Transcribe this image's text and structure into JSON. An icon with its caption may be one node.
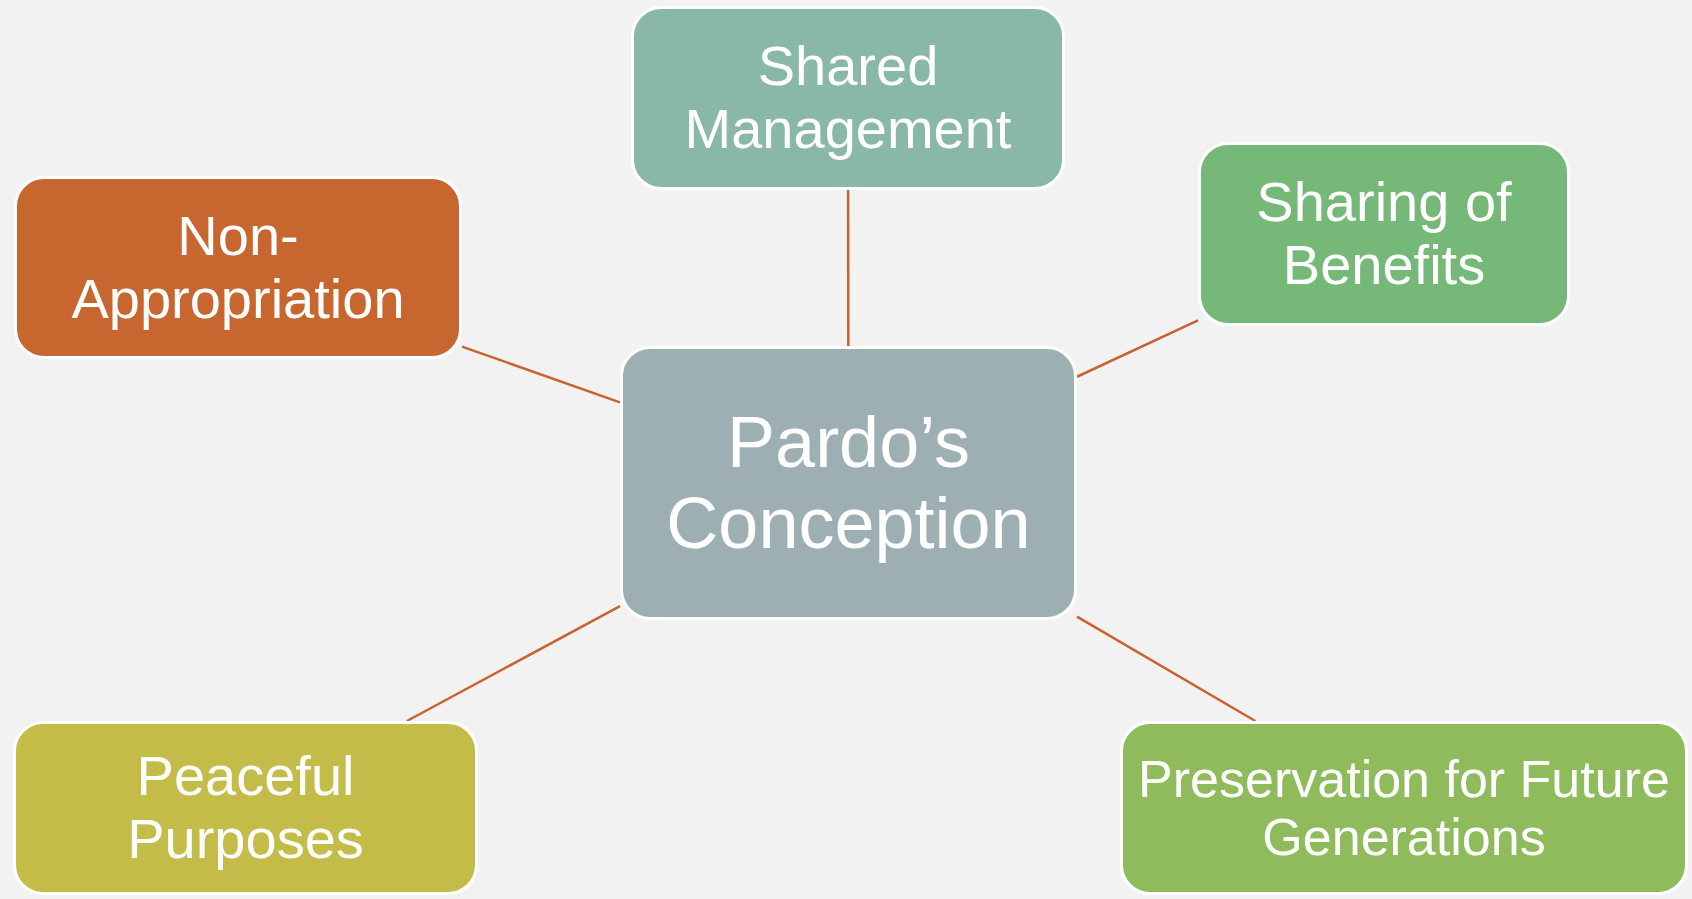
{
  "diagram": {
    "nodes": [
      {
        "text": [
          "Pardo’s Conception"
        ]
      },
      {
        "text": [
          "Shared Management"
        ]
      },
      {
        "text": [
          "Non-Appropriation"
        ]
      },
      {
        "text": [
          "Sharing of Benefits"
        ]
      },
      {
        "text": [
          "Peaceful Purposes"
        ]
      },
      {
        "text": [
          "Preservation for Future Generations"
        ]
      }
    ],
    "edges": [
      {
        "from": 0,
        "to": 1,
        "arrow": "none"
      },
      {
        "from": 0,
        "to": 2,
        "arrow": "none"
      },
      {
        "from": 0,
        "to": 3,
        "arrow": "none"
      },
      {
        "from": 0,
        "to": 4,
        "arrow": "none"
      },
      {
        "from": 0,
        "to": 5,
        "arrow": "none"
      }
    ]
  }
}
